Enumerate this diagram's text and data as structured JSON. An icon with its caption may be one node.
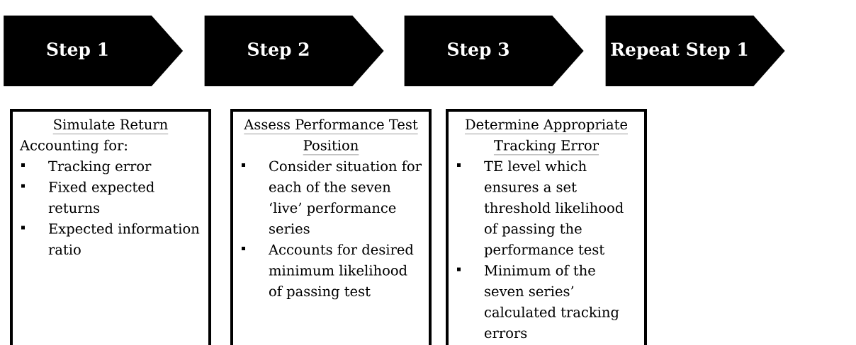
{
  "diagram": {
    "nodes": [
      {
        "text": [
          "Step 1"
        ]
      },
      {
        "text": [
          "Step 2"
        ]
      },
      {
        "text": [
          "Step 3"
        ]
      },
      {
        "text": [
          "Repeat Step 1"
        ]
      },
      {
        "text": [
          "Simulate Return",
          "Accounting for:",
          "Tracking error",
          "Fixed expected returns",
          "Expected information ratio"
        ]
      },
      {
        "text": [
          "Assess Performance Test Position",
          "Consider situation for each of the seven ‘live’ performance series",
          "Accounts for desired minimum likelihood of passing test"
        ]
      },
      {
        "text": [
          "Determine Appropriate Tracking Error",
          "TE level which ensures a set threshold likelihood of passing the performance test",
          "Minimum of the seven series’ calculated tracking errors"
        ]
      }
    ]
  }
}
